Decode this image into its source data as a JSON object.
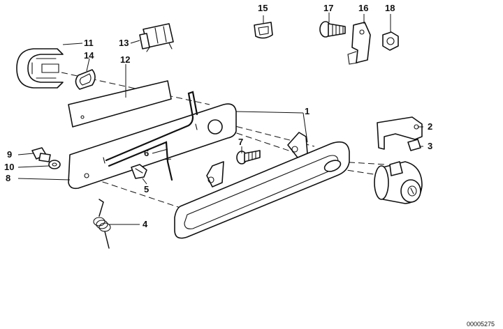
{
  "diagram": {
    "callouts": [
      "1",
      "2",
      "3",
      "4",
      "5",
      "6",
      "7",
      "8",
      "9",
      "10",
      "11",
      "12",
      "13",
      "14",
      "15",
      "16",
      "17",
      "18"
    ],
    "document_id": "00005275"
  }
}
